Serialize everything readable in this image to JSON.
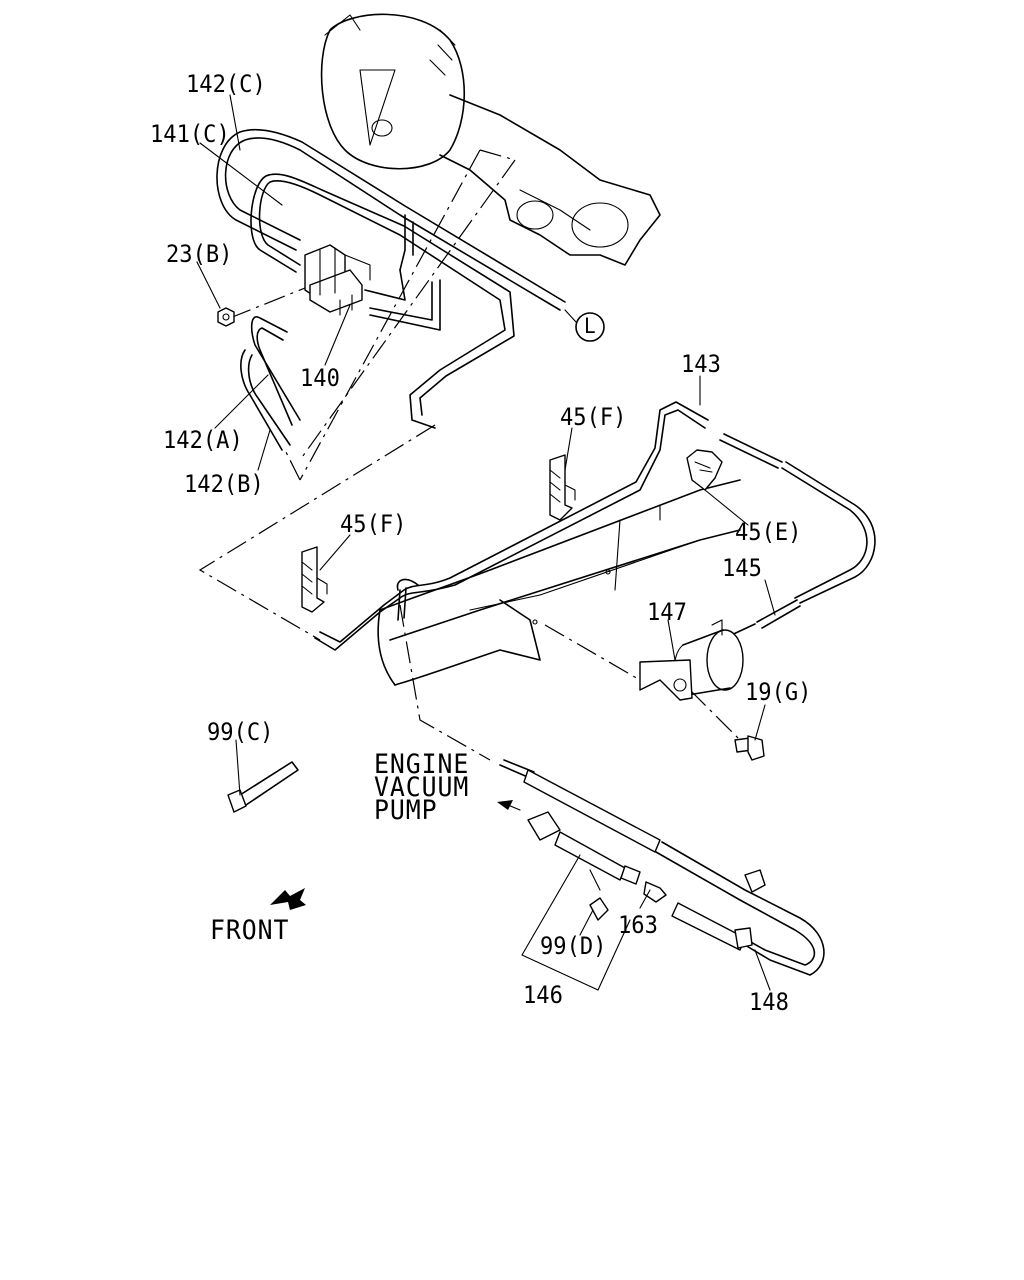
{
  "labels": {
    "l142c": "142(C)",
    "l141c": "141(C)",
    "l23b": "23(B)",
    "l140": "140",
    "l142a": "142(A)",
    "l142b": "142(B)",
    "l143": "143",
    "l45f_a": "45(F)",
    "l45f_b": "45(F)",
    "l45e": "45(E)",
    "l145": "145",
    "l147": "147",
    "l19g": "19(G)",
    "l99c": "99(C)",
    "l99d": "99(D)",
    "l163": "163",
    "l146": "146",
    "l148": "148",
    "callout_L": "L"
  },
  "engine_note": {
    "line1": "ENGINE",
    "line2": "VACUUM",
    "line3": "PUMP"
  },
  "front_label": "FRONT"
}
